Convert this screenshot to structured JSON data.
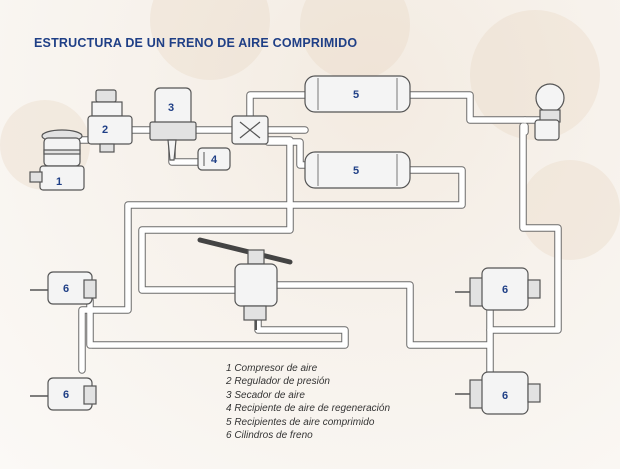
{
  "title": "ESTRUCTURA DE UN FRENO DE AIRE COMPRIMIDO",
  "labels": {
    "compressor": "1",
    "regulator": "2",
    "dryer": "3",
    "regen_tank": "4",
    "tank_top": "5",
    "tank_bottom": "5",
    "cyl_front_top": "6",
    "cyl_front_bottom": "6",
    "cyl_rear_top": "6",
    "cyl_rear_bottom": "6"
  },
  "legend": [
    "1 Compresor de aire",
    "2 Regulador de presión",
    "3 Secador de aire",
    "4 Recipiente de aire de regeneración",
    "5 Recipientes de aire comprimido",
    "6 Cilindros de freno"
  ]
}
